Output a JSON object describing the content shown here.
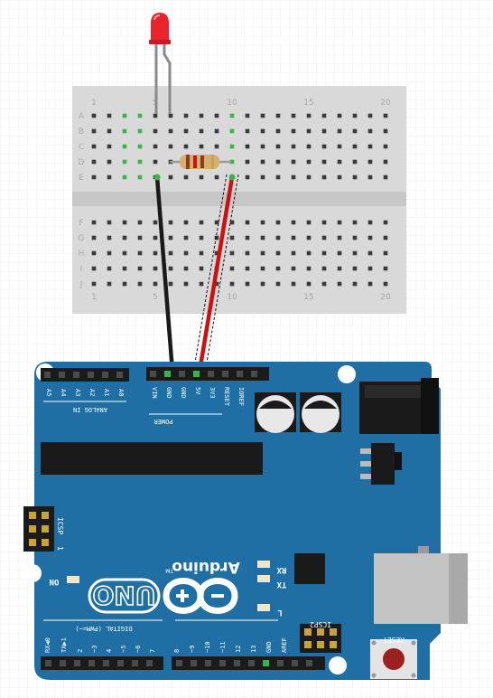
{
  "breadboard": {
    "columns_top": [
      "1",
      "5",
      "10",
      "15",
      "20"
    ],
    "columns_bottom": [
      "1",
      "5",
      "10",
      "15",
      "20"
    ],
    "rows_top": [
      "A",
      "B",
      "C",
      "D",
      "E"
    ],
    "rows_bottom": [
      "F",
      "G",
      "H",
      "I",
      "J"
    ]
  },
  "board": {
    "analog_label": "ANALOG IN",
    "analog_pins": [
      "A5",
      "A4",
      "A3",
      "A2",
      "A1",
      "A0"
    ],
    "power_label": "POWER",
    "power_pins": [
      "VIN",
      "GND",
      "GND",
      "5V",
      "3V3",
      "RESET",
      "IOREF"
    ],
    "brand": "Arduino",
    "trademark": "TM",
    "model": "UNO",
    "on_label": "ON",
    "rx_label": "RX",
    "tx_label": "TX",
    "l_label": "L",
    "icsp_label": "ICSP",
    "icsp2_label": "ICSP2",
    "icsp_pin1": "1",
    "reset_label": "RESET",
    "aref_label": "AREF",
    "gnd_label": "GND",
    "digital_label": "DIGITAL (PWM=~)",
    "digital_pins_right": [
      "13",
      "12",
      "~11",
      "~10",
      "~9",
      "8"
    ],
    "digital_pins_left": [
      "7",
      "~6",
      "~5",
      "4",
      "~3",
      "2",
      "TX▶1",
      "RX◀0"
    ]
  },
  "colors": {
    "board": "#1f6fa5",
    "board_dark": "#175985",
    "breadboard": "#d9d9d9",
    "wire_black": "#1a1a1a",
    "wire_red": "#d01010",
    "led": "#e8232b",
    "hole_active": "#36b54a"
  }
}
